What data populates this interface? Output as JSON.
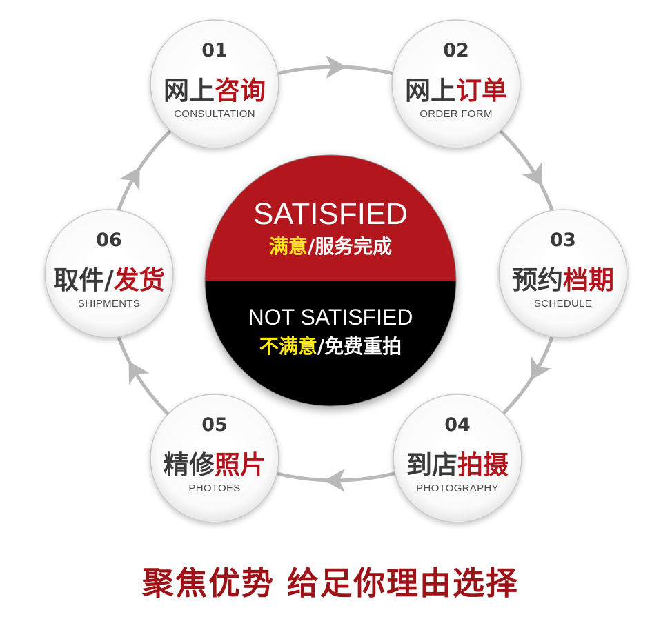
{
  "center": {
    "satisfied_en": "SATISFIED",
    "satisfied_cn_highlight": "满意",
    "satisfied_cn_rest": "/服务完成",
    "not_satisfied_en": "NOT SATISFIED",
    "not_satisfied_cn_highlight": "不满意",
    "not_satisfied_cn_rest": "/免费重拍"
  },
  "steps": [
    {
      "num": "01",
      "title_gray": "网上",
      "title_red": "咨询",
      "subtitle": "CONSULTATION"
    },
    {
      "num": "02",
      "title_gray": "网上",
      "title_red": "订单",
      "subtitle": "ORDER FORM"
    },
    {
      "num": "03",
      "title_gray": "预约",
      "title_red": "档期",
      "subtitle": "SCHEDULE"
    },
    {
      "num": "04",
      "title_gray": "到店",
      "title_red": "拍摄",
      "subtitle": "PHOTOGRAPHY"
    },
    {
      "num": "05",
      "title_gray": "精修",
      "title_red": "照片",
      "subtitle": "PHOTOES"
    },
    {
      "num": "06",
      "title_gray": "取件/",
      "title_red": "发货",
      "subtitle": "SHIPMENTS"
    }
  ],
  "slogan": "聚焦优势 给足你理由选择",
  "colors": {
    "red": "#b3141b",
    "dark_red": "#9d1217",
    "black": "#050505",
    "yellow": "#ffe81a",
    "ring_gray": "#b9b9b9",
    "text_gray": "#3a3a3a"
  }
}
